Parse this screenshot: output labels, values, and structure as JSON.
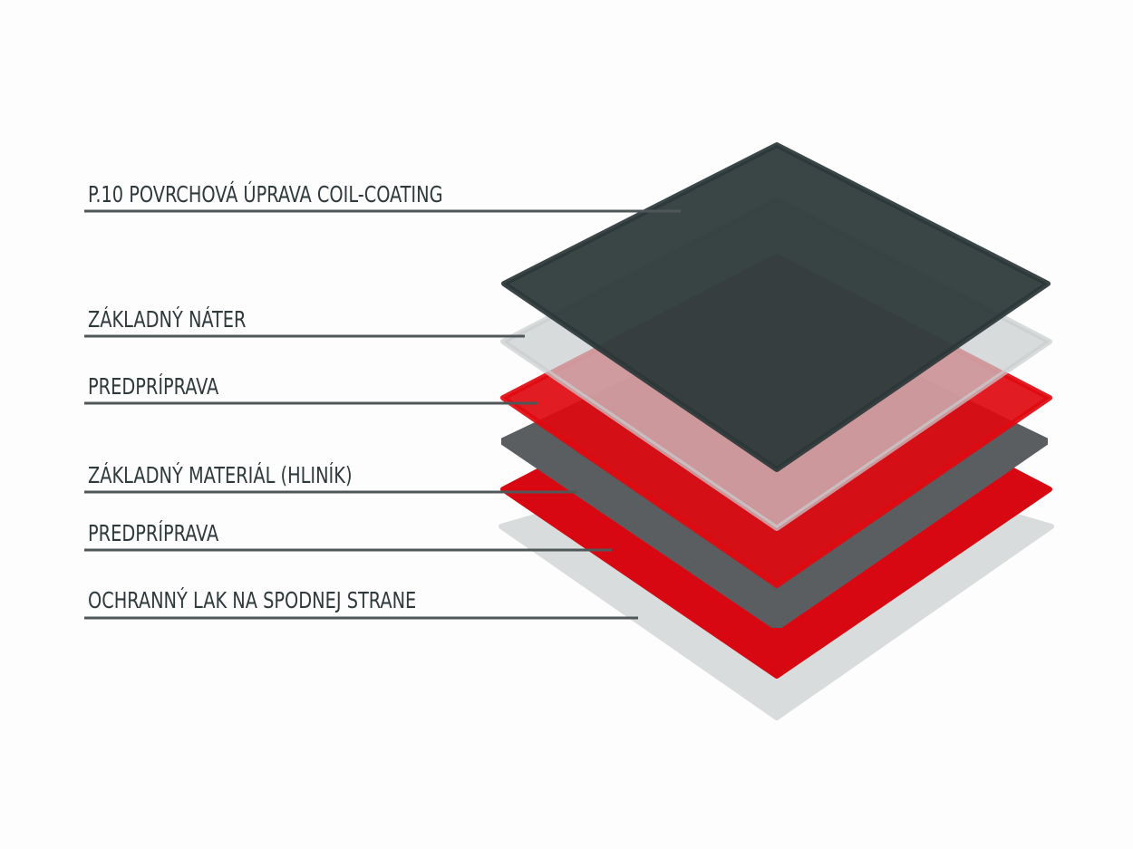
{
  "labels": [
    "P.10 POVRCHOVÁ ÚPRAVA COIL-COATING",
    "ZÁKLADNÝ NÁTER",
    "PREDPRÍPRAVA",
    "ZÁKLADNÝ MATERIÁL (HLINÍK)",
    "PREDPRÍPRAVA",
    "OCHRANNÝ LAK NA SPODNEJ STRANE"
  ],
  "colors": {
    "text": "#2f3a3c",
    "leader": "#4f5759",
    "coil_coating": "#2f3b3c",
    "primer": "#cfd3d4",
    "pretreatment": "#e00910",
    "aluminium": "#5d6164",
    "protective_lacquer": "#d8dcdc"
  }
}
